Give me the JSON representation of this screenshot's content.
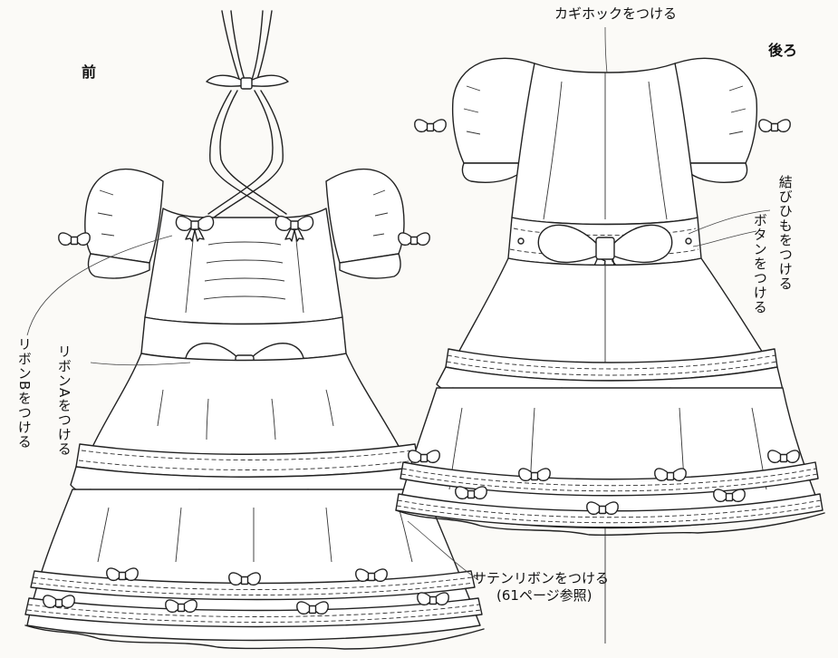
{
  "labels": {
    "front": "前",
    "back": "後ろ",
    "hook": "カギホックをつける",
    "tie": "結びひもをつける",
    "button": "ボタンをつける",
    "ribbon_a": "リボンAをつける",
    "ribbon_b": "リボンBをつける",
    "satin": "サテンリボンをつける",
    "satin_ref": "(61ページ参照)"
  },
  "icons": {
    "bow": "bow-icon",
    "button": "button-icon"
  }
}
